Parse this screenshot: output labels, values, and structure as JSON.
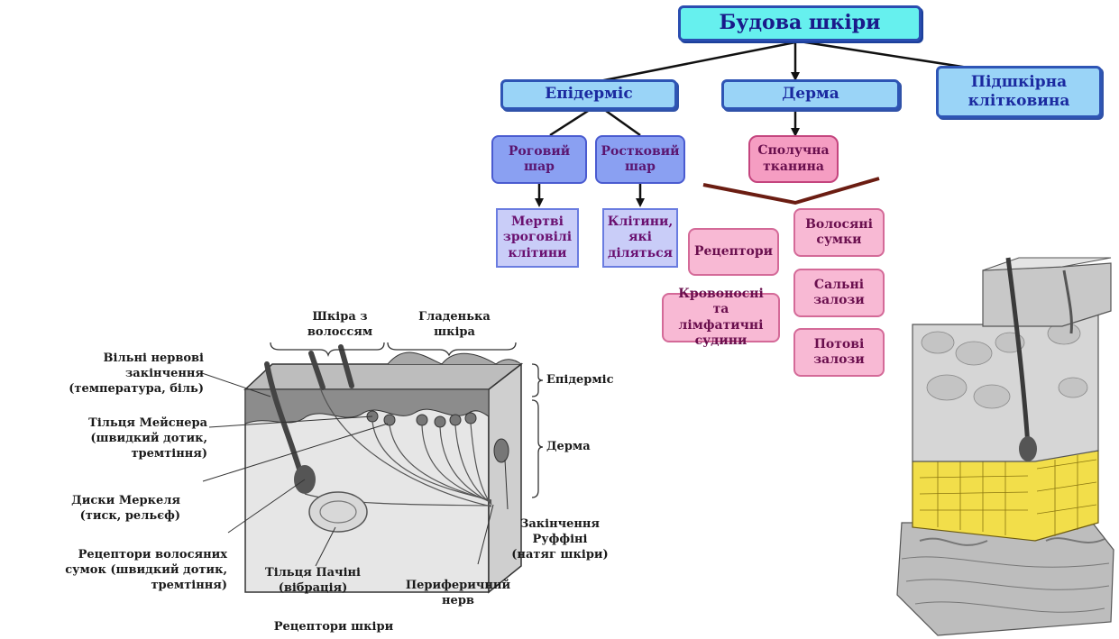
{
  "tree": {
    "root": "Будова шкіри",
    "epidermis": "Епідерміс",
    "dermis": "Дерма",
    "subcutaneous": "Підшкірна клітковина",
    "horny_layer": "Роговий шар",
    "germinal_layer": "Ростковий шар",
    "connective_tissue": "Сполучна тканина",
    "dead_cells": "Мертві зроговілі клітини",
    "dividing_cells": "Клітини, які діляться",
    "receptors": "Рецептори",
    "hair_follicles": "Волосяні сумки",
    "sebaceous": "Сальні залози",
    "vessels": "Кровоносні та лімфатичні судини",
    "sweat": "Потові залози"
  },
  "skin_diagram": {
    "hairy_skin": "Шкіра з волоссям",
    "smooth_skin": "Гладенька шкіра",
    "free_nerve": "Вільні нервові закінчення (температура, біль)",
    "meissner": "Тільця Мейснера (швидкий дотик, тремтіння)",
    "merkel": "Диски Меркеля (тиск, рельєф)",
    "hair_receptors": "Рецептори волосяних сумок (швидкий дотик, тремтіння)",
    "pacini": "Тільця Пачіні (вібрація)",
    "peripheral_nerve": "Периферичний нерв",
    "ruffini": "Закінчення Руффіні (натяг шкіри)",
    "epidermis": "Епідерміс",
    "dermis": "Дерма",
    "caption": "Рецептори шкіри"
  },
  "colors": {
    "root_fill": "#66f0ee",
    "level1_fill": "#9ad4f7",
    "layer_fill": "#8aa0f2",
    "cells_fill": "#c9cdf8",
    "pink_fill": "#f8b9d4",
    "connector": "#111111",
    "bracket": "#6b1d12",
    "fat_layer": "#f2de4a"
  }
}
